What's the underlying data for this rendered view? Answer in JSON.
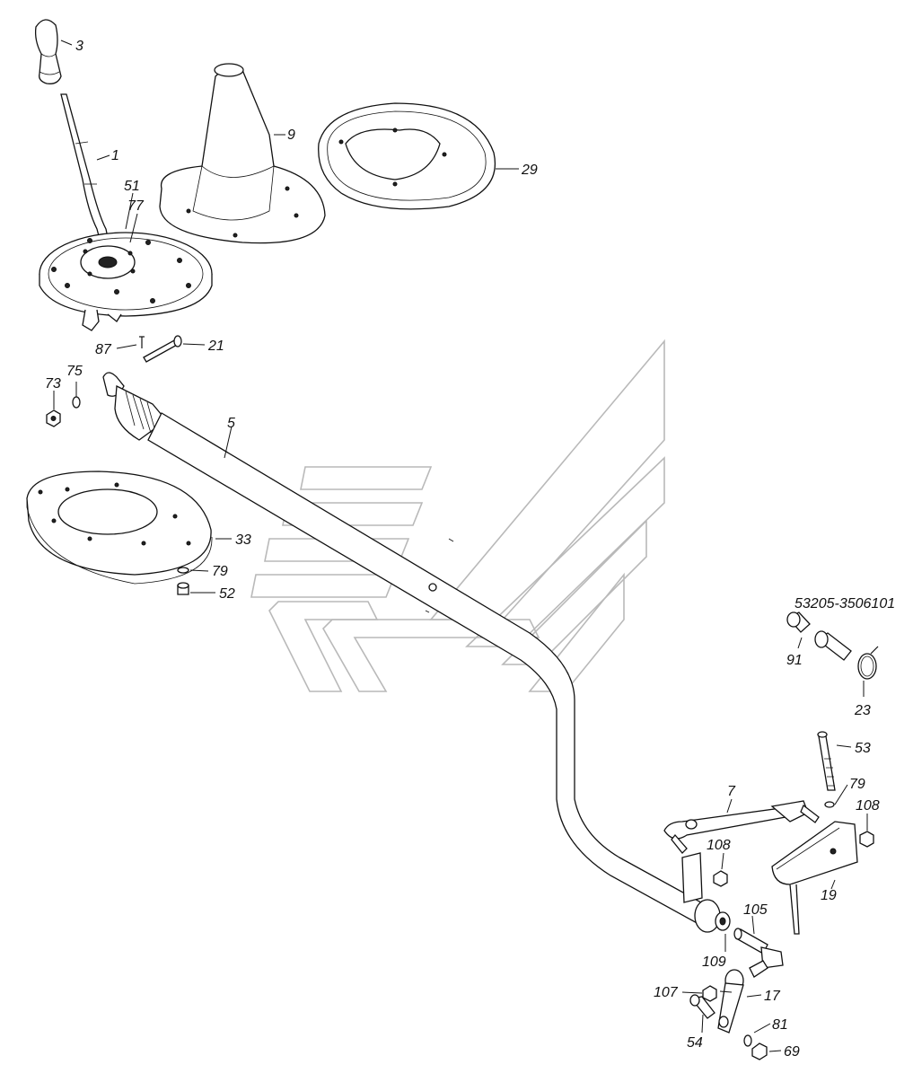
{
  "labels": {
    "p1": "1",
    "p3": "3",
    "p5": "5",
    "p7": "7",
    "p9": "9",
    "p17": "17",
    "p19": "19",
    "p21": "21",
    "p23": "23",
    "p29": "29",
    "p33": "33",
    "p51": "51",
    "p52": "52",
    "p53": "53",
    "p54": "54",
    "p69": "69",
    "p73": "73",
    "p75": "75",
    "p77": "77",
    "p79a": "79",
    "p79b": "79",
    "p81": "81",
    "p87": "87",
    "p91": "91",
    "p105": "105",
    "p107": "107",
    "p108a": "108",
    "p108b": "108",
    "p109": "109",
    "assembly": "53205-3506101"
  }
}
